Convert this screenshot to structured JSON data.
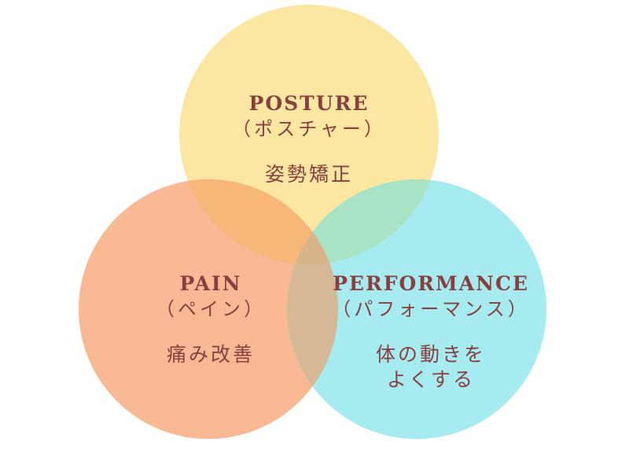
{
  "colors": {
    "posture": "#fbe7a1",
    "pain": "#f9b995",
    "performance": "#a6ebf0",
    "posture_pain": "#f8b679",
    "posture_performance": "#a8e3c5",
    "pain_performance": "#d5b896",
    "all": "#d8b48a",
    "text": "#8a3f3f"
  },
  "circles": [
    {
      "id": "posture",
      "title": "POSTURE",
      "kana": "（ポスチャー）",
      "desc": [
        "姿勢矯正"
      ]
    },
    {
      "id": "pain",
      "title": "PAIN",
      "kana": "（ペイン）",
      "desc": [
        "痛み改善"
      ]
    },
    {
      "id": "performance",
      "title": "PERFORMANCE",
      "kana": "（パフォーマンス）",
      "desc": [
        "体の動きを",
        "よくする"
      ]
    }
  ]
}
